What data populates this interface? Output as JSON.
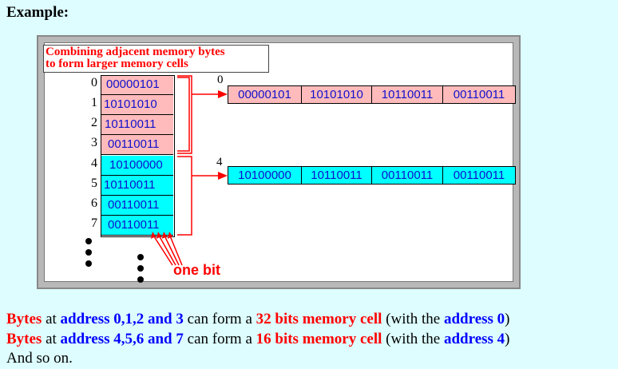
{
  "heading": "Example:",
  "panel_title_line1": "Combining adjacent memory bytes",
  "panel_title_line2": "to form larger memory cells",
  "bytes": [
    {
      "addr": "0",
      "value": "00000101",
      "group": "pink"
    },
    {
      "addr": "1",
      "value": "10101010",
      "group": "pink"
    },
    {
      "addr": "2",
      "value": "10110011",
      "group": "pink"
    },
    {
      "addr": "3",
      "value": "00110011",
      "group": "pink"
    },
    {
      "addr": "4",
      "value": "10100000",
      "group": "cyan"
    },
    {
      "addr": "5",
      "value": "10110011",
      "group": "cyan"
    },
    {
      "addr": "6",
      "value": "00110011",
      "group": "cyan"
    },
    {
      "addr": "7",
      "value": "00110011",
      "group": "cyan"
    }
  ],
  "cell0": {
    "addr": "0",
    "bytes": [
      "00000101",
      "10101010",
      "10110011",
      "00110011"
    ]
  },
  "cell4": {
    "addr": "4",
    "bytes": [
      "10100000",
      "10110011",
      "00110011",
      "00110011"
    ]
  },
  "one_bit_label": "one bit",
  "colors": {
    "pink": "#ffbbbb",
    "cyan": "#00ffff",
    "red": "#ff0000",
    "blue": "#0000ff",
    "background": "#ddfdff"
  },
  "lines": [
    {
      "w1": "Bytes",
      "w2": " at ",
      "w3": "address 0,1,2 and 3",
      "w4": " can form a ",
      "w5": "32 bits memory cell",
      "w6": " (with the ",
      "w7": "address 0",
      "w8": ")"
    },
    {
      "w1": "Bytes",
      "w2": " at ",
      "w3": "address 4,5,6 and 7",
      "w4": " can form a ",
      "w5": "16 bits memory cell",
      "w6": " (with the ",
      "w7": "address 4",
      "w8": ")"
    }
  ],
  "last_line": "And so on."
}
